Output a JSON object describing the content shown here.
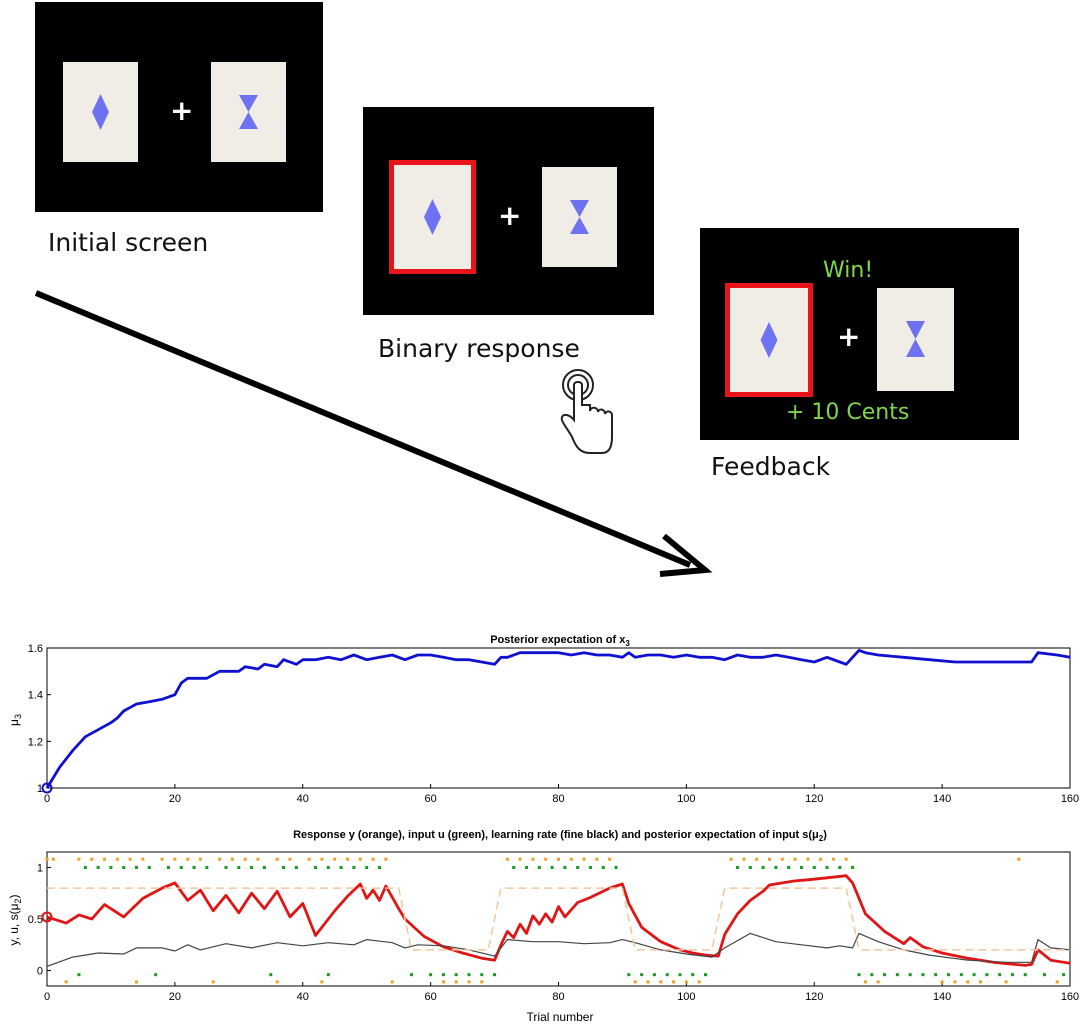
{
  "panels": {
    "initial": {
      "caption": "Initial screen",
      "cross": "+"
    },
    "response": {
      "caption": "Binary response",
      "cross": "+"
    },
    "feedback": {
      "caption": "Feedback",
      "cross": "+",
      "win_text": "Win!",
      "reward_text": "+ 10 Cents"
    }
  },
  "icons": {
    "card_left": "diamond-icon",
    "card_right": "hourglass-icon",
    "touch": "hand-touch-icon",
    "arrow": "arrow-icon"
  },
  "colors": {
    "screen_bg": "#000000",
    "card": "#efede6",
    "symbol": "#6f72f0",
    "highlight": "#e8141a",
    "feedback_text": "#7fd64a"
  },
  "chart_data": [
    {
      "type": "line",
      "title": "Posterior expectation of x",
      "title_sub": "3",
      "ylabel": "μ",
      "ylabel_sub": "3",
      "xlim": [
        0,
        160
      ],
      "ylim": [
        1,
        1.6
      ],
      "xticks": [
        "0",
        "20",
        "40",
        "60",
        "80",
        "100",
        "120",
        "140",
        "160"
      ],
      "yticks": [
        "1",
        "1.2",
        "1.4",
        "1.6"
      ],
      "series": [
        {
          "color": "#1010d0",
          "x": [
            0,
            2,
            4,
            6,
            8,
            10,
            11,
            12,
            14,
            16,
            18,
            20,
            21,
            22,
            24,
            25,
            27,
            30,
            31,
            33,
            34,
            36,
            37,
            39,
            40,
            42,
            44,
            46,
            48,
            50,
            52,
            54,
            56,
            58,
            60,
            62,
            64,
            66,
            68,
            70,
            71,
            72,
            74,
            76,
            78,
            80,
            82,
            84,
            86,
            88,
            90,
            91,
            92,
            94,
            96,
            98,
            100,
            102,
            104,
            106,
            108,
            110,
            112,
            114,
            116,
            118,
            120,
            122,
            124,
            125,
            127,
            128,
            130,
            134,
            138,
            142,
            146,
            150,
            154,
            155,
            158,
            160
          ],
          "y": [
            1.0,
            1.09,
            1.16,
            1.22,
            1.25,
            1.28,
            1.3,
            1.33,
            1.36,
            1.37,
            1.38,
            1.4,
            1.45,
            1.47,
            1.47,
            1.47,
            1.5,
            1.5,
            1.52,
            1.51,
            1.53,
            1.52,
            1.55,
            1.53,
            1.55,
            1.55,
            1.56,
            1.55,
            1.57,
            1.55,
            1.56,
            1.57,
            1.55,
            1.57,
            1.57,
            1.56,
            1.55,
            1.55,
            1.54,
            1.53,
            1.56,
            1.56,
            1.58,
            1.58,
            1.58,
            1.58,
            1.57,
            1.58,
            1.57,
            1.57,
            1.56,
            1.58,
            1.56,
            1.57,
            1.57,
            1.56,
            1.57,
            1.56,
            1.56,
            1.55,
            1.57,
            1.56,
            1.56,
            1.57,
            1.56,
            1.55,
            1.54,
            1.56,
            1.54,
            1.53,
            1.59,
            1.58,
            1.57,
            1.56,
            1.55,
            1.54,
            1.54,
            1.54,
            1.54,
            1.58,
            1.57,
            1.56
          ]
        }
      ]
    },
    {
      "type": "line",
      "title": "Response y (orange), input u (green), learning rate (fine black) and posterior expectation of input s(μ",
      "title_sub": "2",
      "title_tail": ")",
      "ylabel": "y, u, s(μ",
      "ylabel_sub": "2",
      "ylabel_tail": ")",
      "xlabel": "Trial number",
      "xlim": [
        0,
        160
      ],
      "ylim": [
        -0.15,
        1.15
      ],
      "xticks": [
        "0",
        "20",
        "40",
        "60",
        "80",
        "100",
        "120",
        "140",
        "160"
      ],
      "yticks": [
        "0",
        "0.5",
        "1"
      ],
      "series": [
        {
          "color": "#e01515",
          "x": [
            0,
            3,
            5,
            7,
            9,
            12,
            15,
            18,
            20,
            22,
            24,
            26,
            28,
            30,
            32,
            34,
            36,
            38,
            40,
            42,
            45,
            47,
            49,
            50,
            51,
            52,
            53,
            55,
            56,
            59,
            62,
            65,
            68,
            70,
            71,
            72,
            73,
            74,
            75,
            76,
            77,
            78,
            79,
            80,
            81,
            83,
            85,
            88,
            90,
            91,
            93,
            96,
            99,
            101,
            103,
            105,
            106,
            108,
            110,
            112,
            113,
            115,
            117,
            119,
            122,
            125,
            126,
            128,
            131,
            134,
            135,
            137,
            140,
            144,
            148,
            153,
            154,
            155,
            157,
            160
          ],
          "y": [
            0.52,
            0.46,
            0.54,
            0.5,
            0.64,
            0.52,
            0.7,
            0.8,
            0.85,
            0.68,
            0.78,
            0.58,
            0.73,
            0.56,
            0.75,
            0.6,
            0.77,
            0.52,
            0.65,
            0.34,
            0.58,
            0.72,
            0.84,
            0.7,
            0.78,
            0.68,
            0.82,
            0.6,
            0.5,
            0.33,
            0.23,
            0.17,
            0.12,
            0.1,
            0.25,
            0.38,
            0.32,
            0.45,
            0.36,
            0.53,
            0.45,
            0.55,
            0.47,
            0.62,
            0.52,
            0.66,
            0.71,
            0.8,
            0.84,
            0.65,
            0.42,
            0.28,
            0.2,
            0.17,
            0.15,
            0.14,
            0.35,
            0.55,
            0.68,
            0.77,
            0.83,
            0.85,
            0.87,
            0.88,
            0.9,
            0.92,
            0.85,
            0.55,
            0.38,
            0.26,
            0.32,
            0.23,
            0.17,
            0.12,
            0.08,
            0.05,
            0.06,
            0.2,
            0.1,
            0.07
          ]
        },
        {
          "color": "#444444",
          "x": [
            0,
            4,
            8,
            12,
            14,
            18,
            20,
            22,
            24,
            28,
            32,
            36,
            40,
            44,
            48,
            50,
            54,
            56,
            58,
            62,
            66,
            70,
            72,
            76,
            80,
            84,
            88,
            90,
            92,
            96,
            100,
            104,
            106,
            110,
            114,
            118,
            122,
            124,
            126,
            127,
            130,
            134,
            138,
            144,
            150,
            154,
            155,
            157,
            160
          ],
          "y": [
            0.04,
            0.13,
            0.17,
            0.16,
            0.22,
            0.22,
            0.19,
            0.25,
            0.2,
            0.26,
            0.22,
            0.27,
            0.24,
            0.27,
            0.25,
            0.3,
            0.27,
            0.22,
            0.25,
            0.24,
            0.2,
            0.14,
            0.3,
            0.28,
            0.28,
            0.26,
            0.27,
            0.3,
            0.27,
            0.2,
            0.16,
            0.13,
            0.22,
            0.36,
            0.28,
            0.25,
            0.22,
            0.24,
            0.22,
            0.36,
            0.28,
            0.2,
            0.15,
            0.1,
            0.08,
            0.08,
            0.3,
            0.22,
            0.2
          ]
        },
        {
          "color": "#f3c59a",
          "dashed": true,
          "x": [
            0,
            5,
            5,
            55,
            57,
            69,
            71,
            90,
            92,
            104,
            106,
            125,
            127,
            160
          ],
          "y": [
            0.8,
            0.8,
            0.8,
            0.8,
            0.2,
            0.2,
            0.8,
            0.8,
            0.2,
            0.2,
            0.8,
            0.8,
            0.2,
            0.2
          ]
        }
      ],
      "response_y_top": [
        0,
        1,
        5,
        7,
        9,
        11,
        13,
        15,
        18,
        20,
        22,
        24,
        27,
        29,
        31,
        33,
        36,
        38,
        41,
        43,
        45,
        47,
        49,
        51,
        53,
        72,
        74,
        76,
        78,
        80,
        82,
        84,
        86,
        88,
        107,
        109,
        111,
        113,
        115,
        117,
        119,
        121,
        123,
        125,
        152
      ],
      "response_y_bottom": [
        3,
        14,
        26,
        36,
        43,
        54,
        62,
        64,
        66,
        68,
        92,
        94,
        96,
        98,
        100,
        102,
        128,
        130,
        140,
        142,
        144,
        146,
        150,
        158
      ],
      "input_u_top": [
        6,
        8,
        10,
        12,
        14,
        16,
        19,
        21,
        23,
        25,
        28,
        30,
        32,
        34,
        37,
        39,
        42,
        44,
        46,
        48,
        50,
        52,
        73,
        75,
        77,
        79,
        81,
        83,
        85,
        87,
        89,
        108,
        110,
        112,
        114,
        116,
        118,
        120,
        122,
        124,
        126
      ],
      "input_u_bottom": [
        5,
        17,
        35,
        44,
        57,
        60,
        62,
        64,
        66,
        68,
        70,
        91,
        93,
        95,
        97,
        99,
        101,
        103,
        127,
        129,
        131,
        133,
        135,
        137,
        139,
        141,
        143,
        145,
        147,
        149,
        151,
        153,
        156,
        159
      ]
    }
  ]
}
